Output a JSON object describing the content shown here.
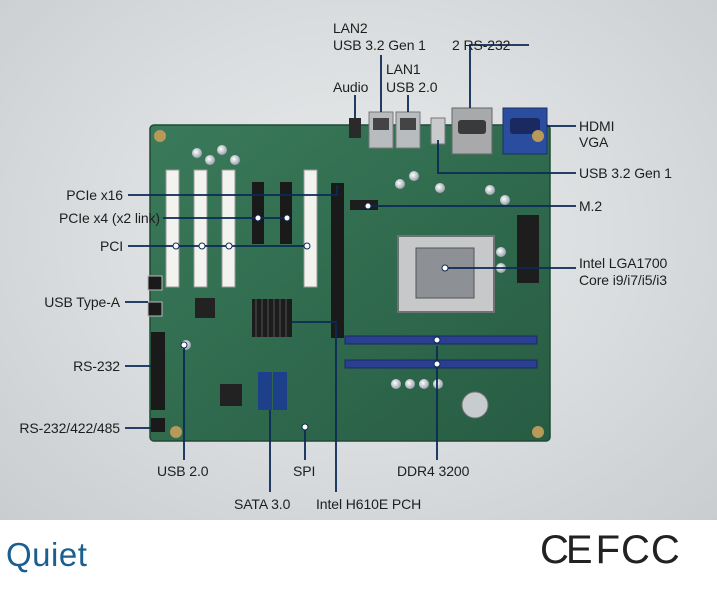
{
  "labels": {
    "lan2": "LAN2",
    "usb32gen1_top": "USB 3.2 Gen 1",
    "rs232_2": "2 RS-232",
    "lan1": "LAN1",
    "audio": "Audio",
    "usb20_top": "USB 2.0",
    "hdmi": "HDMI",
    "vga": "VGA",
    "usb32gen1_right": "USB 3.2 Gen 1",
    "m2": "M.2",
    "cpu_line1": "Intel LGA1700",
    "cpu_line2": "Core i9/i7/i5/i3",
    "ddr4": "DDR4 3200",
    "pcie_x16": "PCIe x16",
    "pcie_x4": "PCIe x4 (x2 link)",
    "pci": "PCI",
    "usb_type_a": "USB Type-A",
    "rs232": "RS-232",
    "rs232_422_485": "RS-232/422/485",
    "usb20_bottom": "USB 2.0",
    "spi": "SPI",
    "sata": "SATA 3.0",
    "pch": "Intel H610E PCH"
  },
  "footer": {
    "brand": "Quiet",
    "cert_ce": "CE",
    "cert_fcc": "FCC"
  },
  "colors": {
    "pcb": "#2f6a4e",
    "leader": "#0b2a55",
    "slot_white": "#f2f2ee",
    "slot_black": "#1a1a1a",
    "dimm_blue": "#2a3f8f",
    "vga_blue": "#2b4da0",
    "brand_blue": "#1a5f8f"
  }
}
